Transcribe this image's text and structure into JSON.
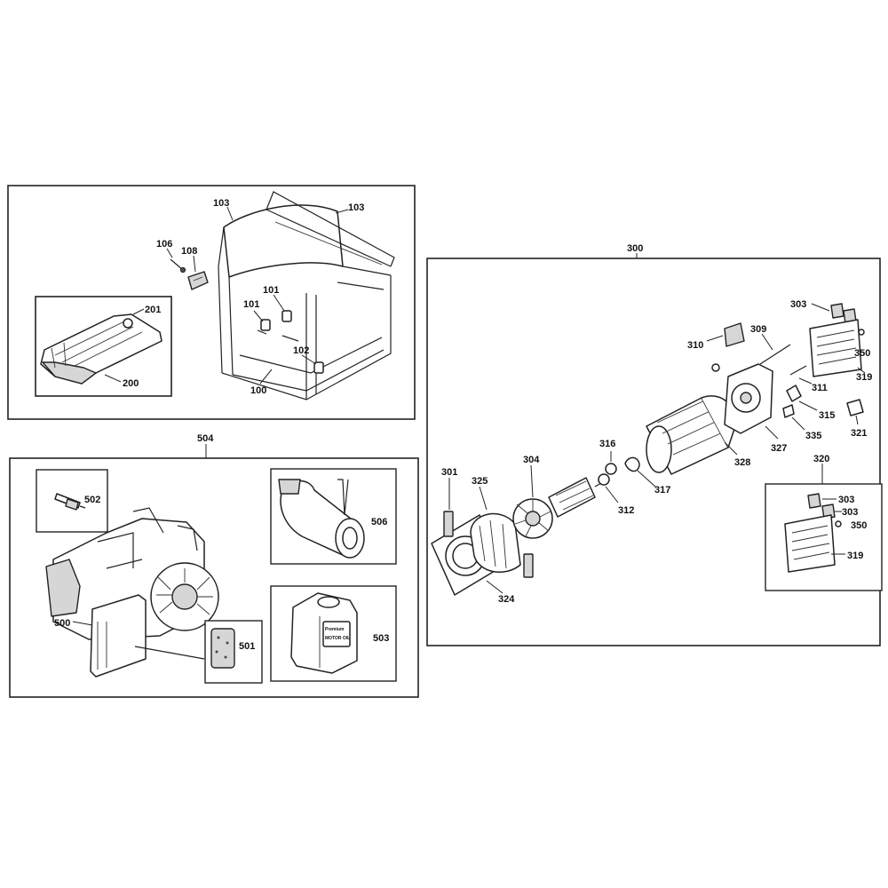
{
  "frame_labels": {
    "engine": "504",
    "alternator": "300",
    "air_filter_inset": "320"
  },
  "part_numbers": {
    "p100": "100",
    "p101a": "101",
    "p101b": "101",
    "p102": "102",
    "p103a": "103",
    "p103b": "103",
    "p106": "106",
    "p108": "108",
    "p200": "200",
    "p201": "201",
    "p500": "500",
    "p501": "501",
    "p502": "502",
    "p503": "503",
    "p506": "506",
    "p301": "301",
    "p303a": "303",
    "p303b": "303",
    "p303c": "303",
    "p304": "304",
    "p309": "309",
    "p310": "310",
    "p311": "311",
    "p312": "312",
    "p315": "315",
    "p316": "316",
    "p317": "317",
    "p319a": "319",
    "p319b": "319",
    "p321": "321",
    "p324": "324",
    "p325": "325",
    "p327": "327",
    "p328": "328",
    "p335": "335",
    "p350a": "350",
    "p350b": "350"
  },
  "oil_bottle_text": {
    "line1": "Premium",
    "line2": "MOTOR OIL"
  }
}
